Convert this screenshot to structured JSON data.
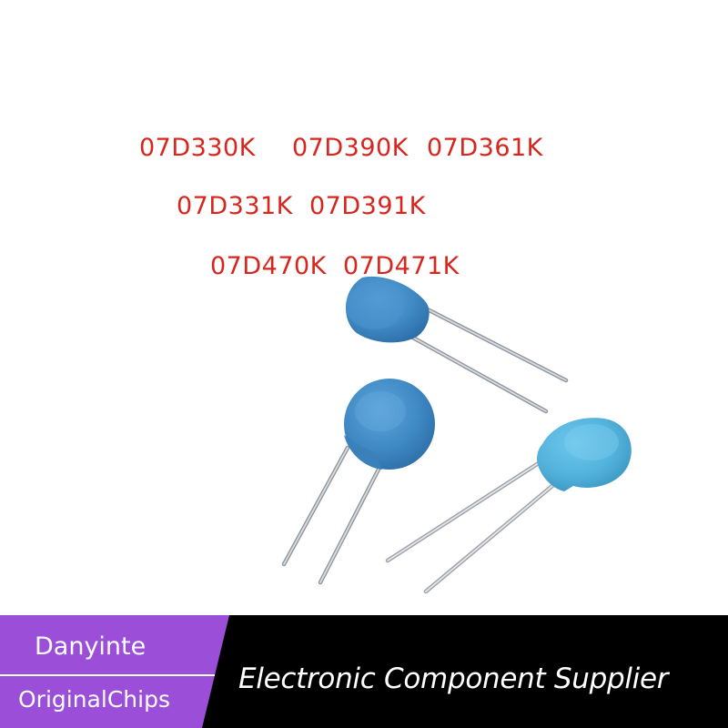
{
  "part_codes": {
    "row1": [
      "07D330K",
      "07D390K",
      "07D361K"
    ],
    "row2": [
      "07D331K",
      "07D391K"
    ],
    "row3": [
      "07D470K",
      "07D471K"
    ]
  },
  "banner": {
    "brand_name": "Danyinte",
    "brand_sub": "OriginalChips",
    "tagline": "Electronic Component Supplier"
  },
  "colors": {
    "code_text": "#d8261e",
    "varistor_blue": "#3f89c4",
    "varistor_light_blue": "#54b3dc",
    "lead_silver": "#c8ccd0",
    "banner_black": "#000000",
    "banner_purple": "#9b4fd8",
    "banner_text": "#ffffff"
  }
}
